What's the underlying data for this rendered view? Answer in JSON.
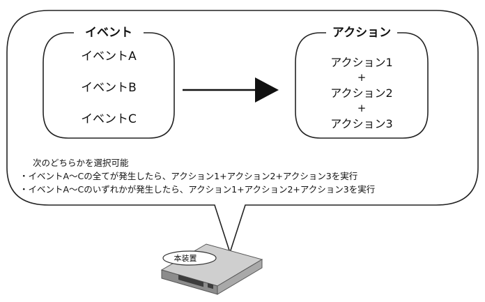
{
  "event_box": {
    "title": "イベント",
    "items": [
      "イベントA",
      "イベントB",
      "イベントC"
    ]
  },
  "action_box": {
    "title": "アクション",
    "lines": [
      "アクション1",
      "+",
      "アクション2",
      "+",
      "アクション3"
    ]
  },
  "note": {
    "heading": "次のどちらかを選択可能",
    "bullets": [
      "・イベントA〜Cの全てが発生したら、アクション1+アクション2+アクション3を実行",
      "・イベントA〜Cのいずれかが発生したら、アクション1+アクション2+アクション3を実行"
    ]
  },
  "device": {
    "label": "本装置"
  }
}
